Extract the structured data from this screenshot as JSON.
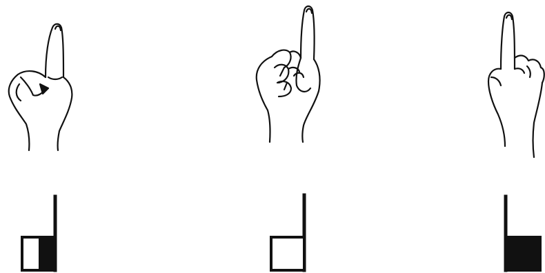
{
  "colors": {
    "ink": "#111111",
    "background": "#ffffff"
  },
  "handshapes": [
    {
      "hand_icon": "index-finger-up-thumb-bent-icon",
      "notation_icon": "stem-box-right-half-filled-icon",
      "box_fill_fraction": 0.5,
      "fill_side": "right"
    },
    {
      "hand_icon": "index-finger-up-fist-icon",
      "notation_icon": "stem-box-empty-icon",
      "box_fill_fraction": 0.0,
      "fill_side": "none"
    },
    {
      "hand_icon": "index-finger-up-open-palm-icon",
      "notation_icon": "stem-box-full-filled-icon",
      "box_fill_fraction": 1.0,
      "fill_side": "full"
    }
  ]
}
